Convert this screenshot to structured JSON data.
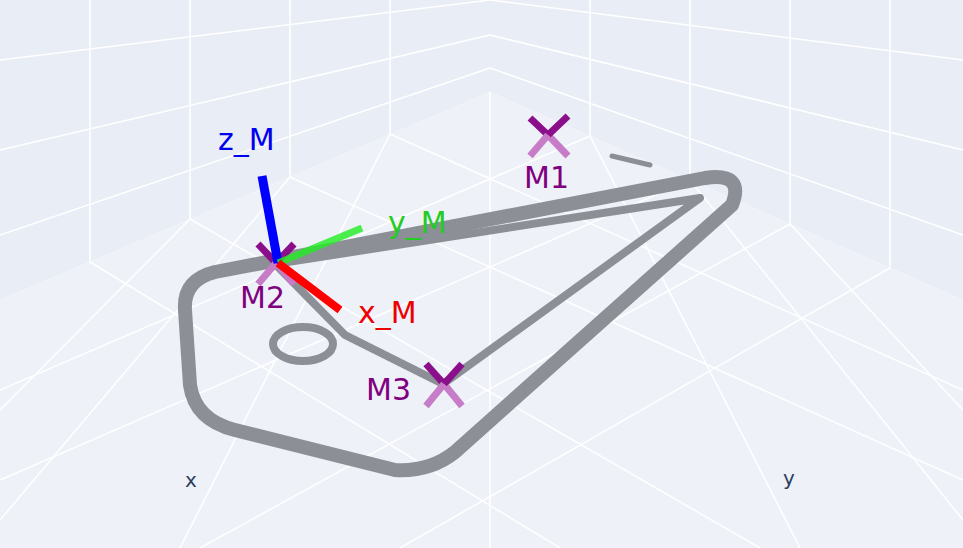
{
  "diagram": {
    "labels": [
      "z_M",
      "y_M",
      "M1",
      "M2",
      "x_M",
      "M3",
      "x",
      "y"
    ]
  }
}
